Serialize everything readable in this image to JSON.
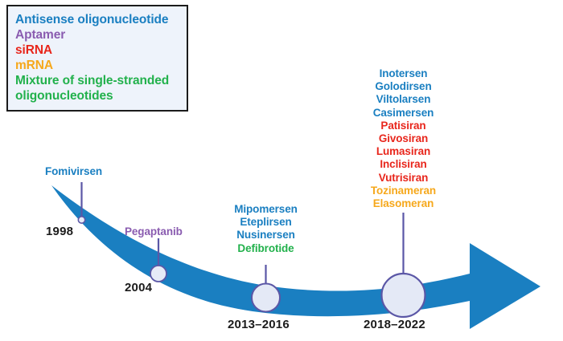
{
  "figure": {
    "type": "timeline-arrow-diagram",
    "background_color": "#ffffff",
    "arrow_color": "#1a7fc1"
  },
  "legend": {
    "border_color": "#1b1b1b",
    "background_color": "#eef3fb",
    "items": [
      {
        "label": "Antisense oligonucleotide",
        "color": "#1a7fc1"
      },
      {
        "label": "Aptamer",
        "color": "#8a5cb0"
      },
      {
        "label": "siRNA",
        "color": "#e8261c"
      },
      {
        "label": "mRNA",
        "color": "#f6a81c"
      },
      {
        "label": "Mixture of single-stranded\noligonucleotides",
        "color": "#22b14c"
      }
    ]
  },
  "connectors": {
    "color": "#5b57a6"
  },
  "milestones": [
    {
      "id": "milestone-1998",
      "year_label": "1998",
      "marker_size": "small",
      "drugs": [
        {
          "name": "Fomivirsen",
          "color": "#1a7fc1"
        }
      ]
    },
    {
      "id": "milestone-2004",
      "year_label": "2004",
      "marker_size": "medium",
      "drugs": [
        {
          "name": "Pegaptanib",
          "color": "#8a5cb0"
        }
      ]
    },
    {
      "id": "milestone-2013-2016",
      "year_label": "2013–2016",
      "marker_size": "large",
      "drugs": [
        {
          "name": "Mipomersen",
          "color": "#1a7fc1"
        },
        {
          "name": "Eteplirsen",
          "color": "#1a7fc1"
        },
        {
          "name": "Nusinersen",
          "color": "#1a7fc1"
        },
        {
          "name": "Defibrotide",
          "color": "#22b14c"
        }
      ]
    },
    {
      "id": "milestone-2018-2022",
      "year_label": "2018–2022",
      "marker_size": "xlarge",
      "drugs": [
        {
          "name": "Inotersen",
          "color": "#1a7fc1"
        },
        {
          "name": "Golodirsen",
          "color": "#1a7fc1"
        },
        {
          "name": "Viltolarsen",
          "color": "#1a7fc1"
        },
        {
          "name": "Casimersen",
          "color": "#1a7fc1"
        },
        {
          "name": "Patisiran",
          "color": "#e8261c"
        },
        {
          "name": "Givosiran",
          "color": "#e8261c"
        },
        {
          "name": "Lumasiran",
          "color": "#e8261c"
        },
        {
          "name": "Inclisiran",
          "color": "#e8261c"
        },
        {
          "name": "Vutrisiran",
          "color": "#e8261c"
        },
        {
          "name": "Tozinameran",
          "color": "#f6a81c"
        },
        {
          "name": "Elasomeran",
          "color": "#f6a81c"
        }
      ]
    }
  ]
}
